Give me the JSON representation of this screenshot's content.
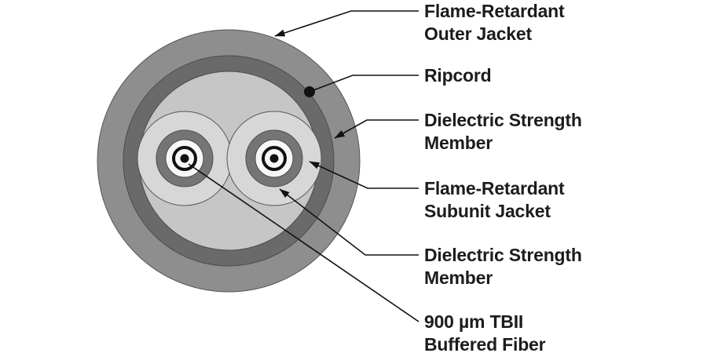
{
  "diagram": {
    "description": "Duplex fiber optic cable cross-section"
  },
  "colors": {
    "background": "#ffffff",
    "outer_jacket": "#8e8e8e",
    "strength_member_ring": "#6a6a6a",
    "cable_interior": "#c6c6c6",
    "subunit_strength_member": "#d7d7d7",
    "subunit_jacket": "#757575",
    "subunit_inner": "#f7f7f7",
    "fiber": "#111111",
    "leader_line": "#111111",
    "text": "#1c1c1c"
  },
  "labels": [
    {
      "id": "outer-jacket",
      "lines": [
        "Flame-Retardant",
        "Outer Jacket"
      ]
    },
    {
      "id": "ripcord",
      "lines": [
        "Ripcord"
      ]
    },
    {
      "id": "dielectric-strength-member-cable",
      "lines": [
        "Dielectric Strength",
        "Member"
      ]
    },
    {
      "id": "subunit-jacket",
      "lines": [
        "Flame-Retardant",
        "Subunit Jacket"
      ]
    },
    {
      "id": "dielectric-strength-member-subunit",
      "lines": [
        "Dielectric Strength",
        "Member"
      ]
    },
    {
      "id": "buffered-fiber",
      "lines": [
        "900 µm TBII",
        "Buffered Fiber"
      ]
    }
  ]
}
